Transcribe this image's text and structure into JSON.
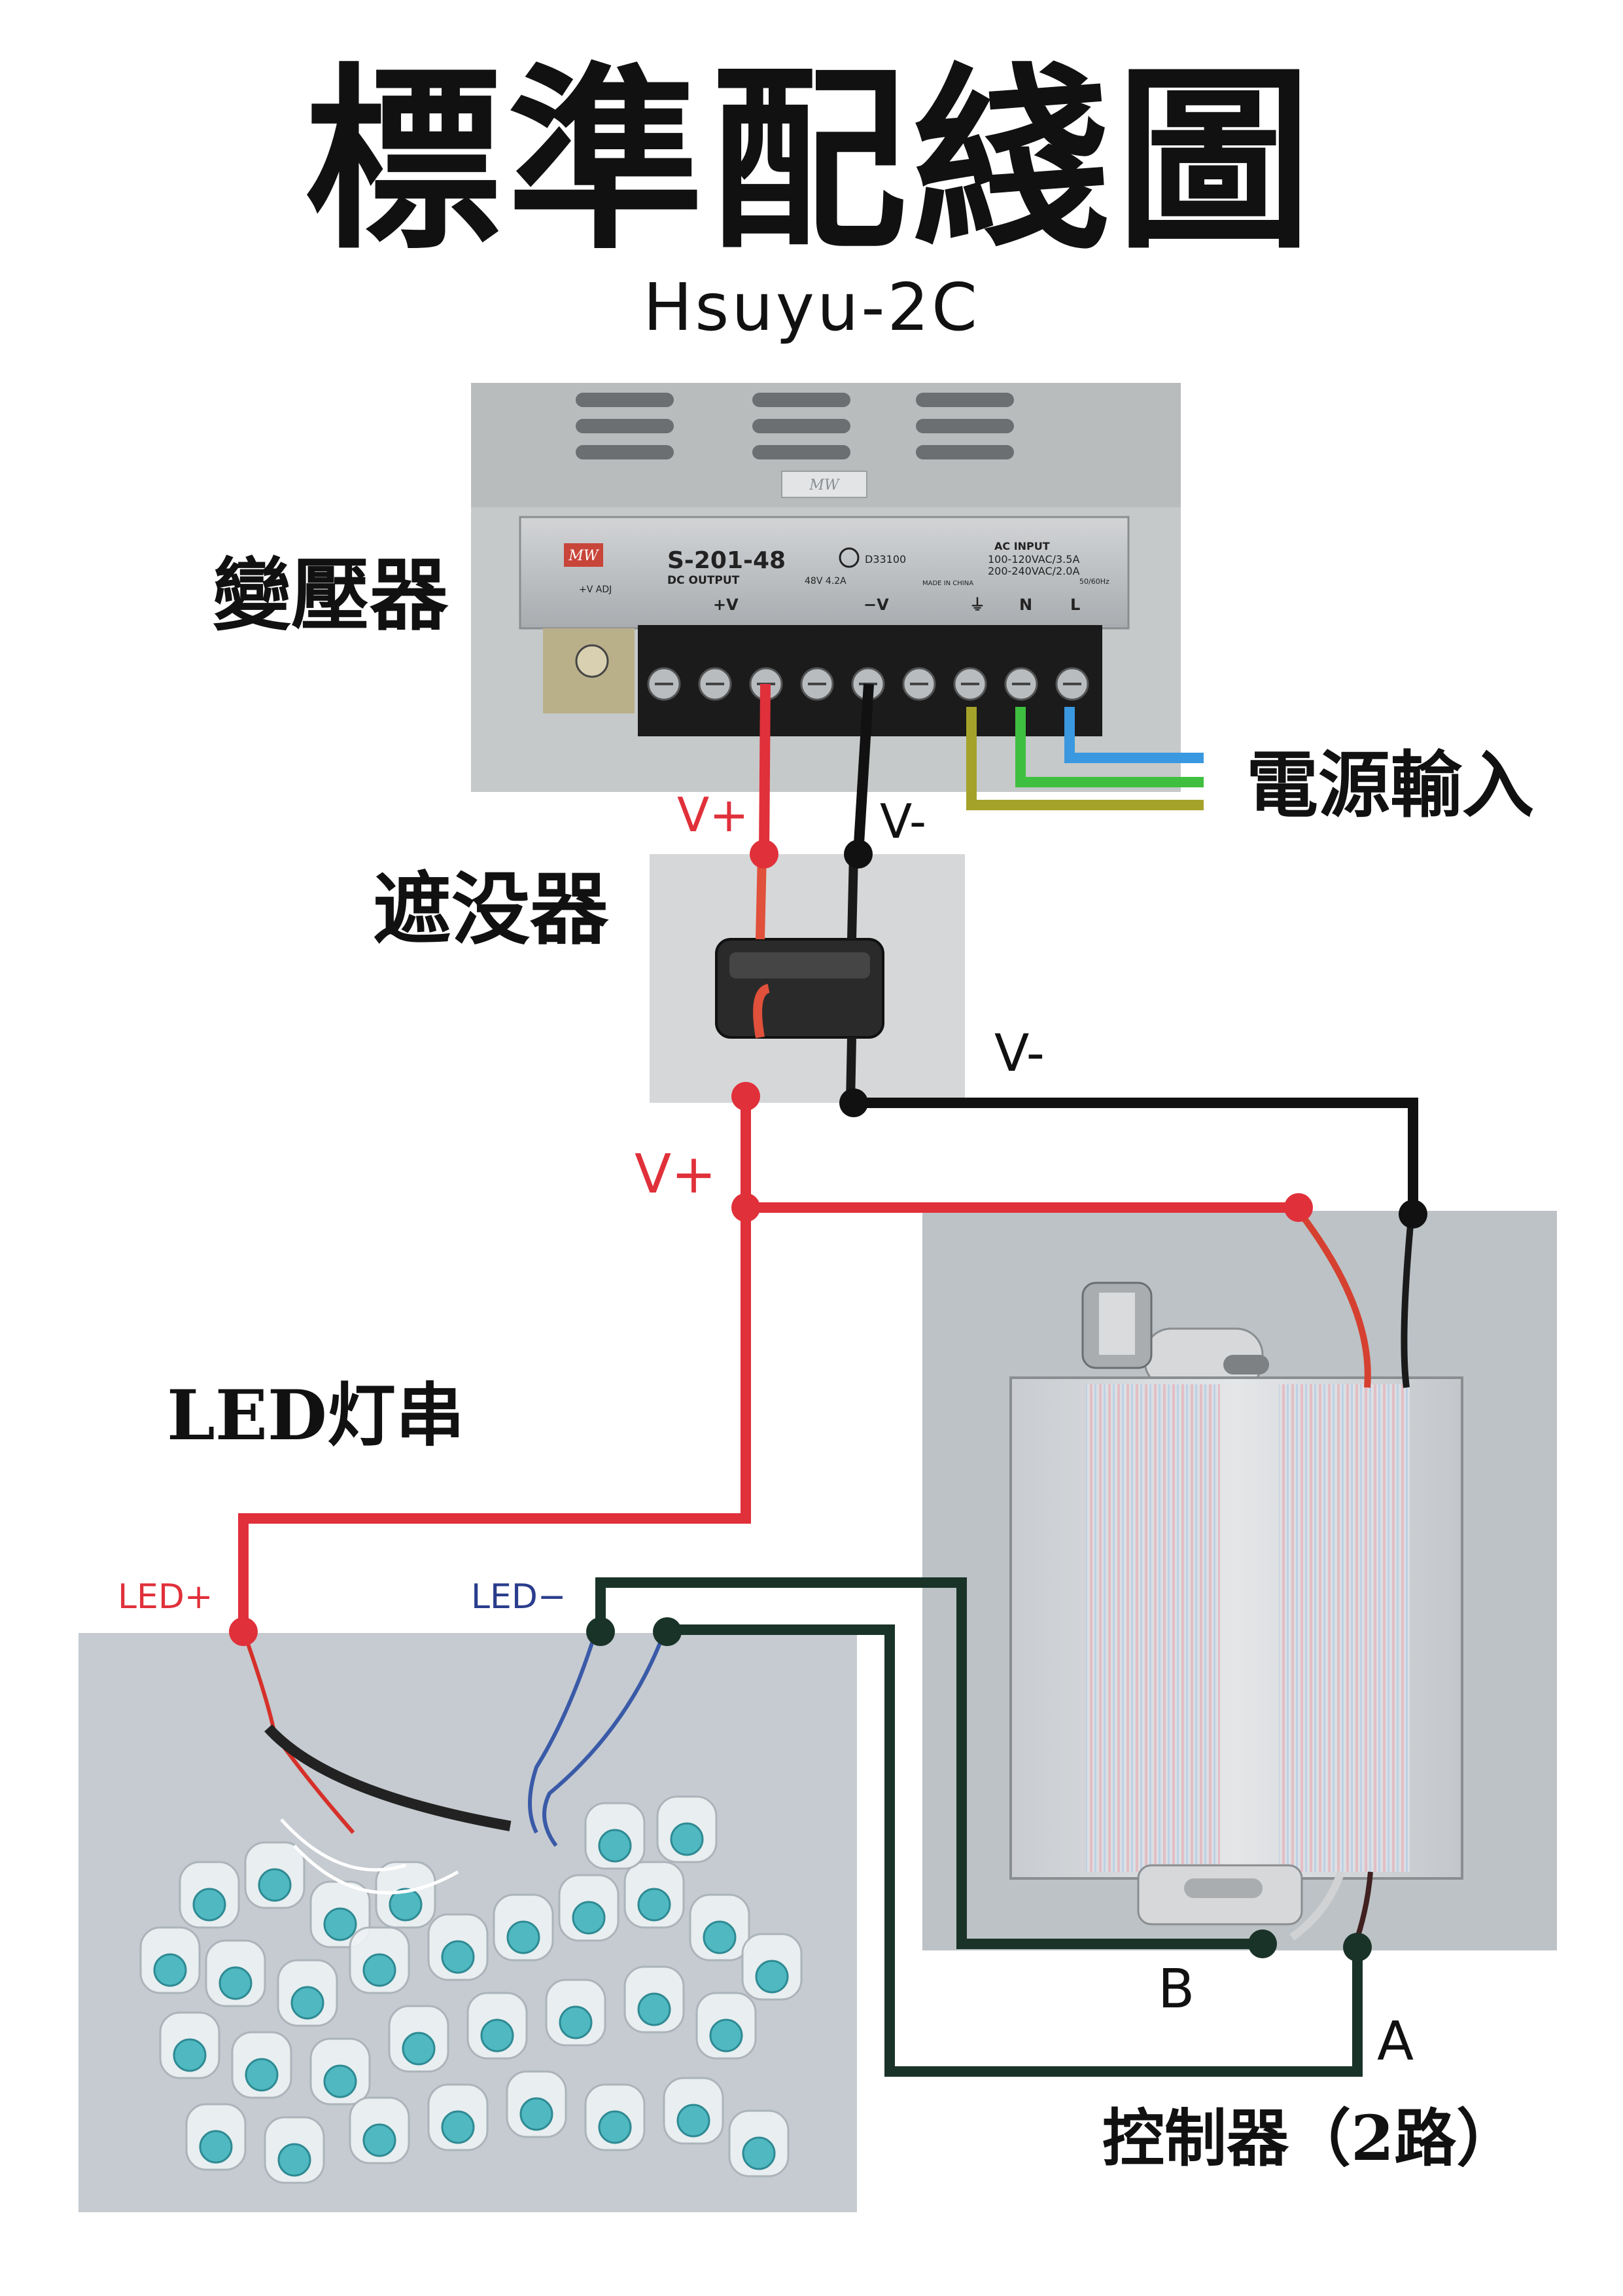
{
  "title": "標準配綫圖",
  "subtitle": "Hsuyu-2C",
  "components": {
    "transformer": "變壓器",
    "suppressor": "遮没器",
    "led_string": "LED灯串",
    "controller": "控制器（2路）",
    "power_input": "電源輸入"
  },
  "psu_label": {
    "model": "S-201-48",
    "cert": "D33100",
    "dc_output": "DC OUTPUT",
    "rating": "48V 4.2A",
    "made_in": "MADE IN CHINA",
    "ac_input_title": "AC INPUT",
    "ac_input_line1": "100-120VAC/3.5A",
    "ac_input_line2": "200-240VAC/2.0A",
    "freq": "50/60Hz",
    "adj": "+V ADJ",
    "term_pos": "+V",
    "term_neg": "−V",
    "term_n": "N",
    "term_l": "L"
  },
  "wire_labels": {
    "vplus_top": "V+",
    "vminus_top": "V-",
    "vminus_mid": "V-",
    "vplus_mid": "V+",
    "led_plus": "LED+",
    "led_minus": "LED−",
    "b": "B",
    "a": "A"
  },
  "colors": {
    "positive": "#e0303a",
    "negative": "#111111",
    "data": "#1a3328",
    "earth": "#a5a22a",
    "neutral": "#3fbf3f",
    "live": "#3a98e0",
    "led_minus_label": "#2a3d8c"
  }
}
